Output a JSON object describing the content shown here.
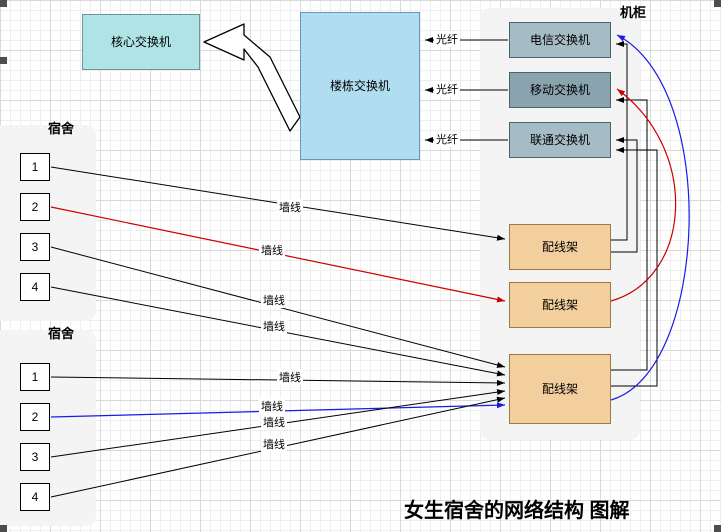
{
  "title": "女生宿舍的网络结构 图解",
  "groups": {
    "cabinet_label": "机柜",
    "dorm1_label": "宿舍",
    "dorm2_label": "宿舍"
  },
  "nodes": {
    "core_switch": "核心交换机",
    "building_switch": "楼栋交换机",
    "telecom_switch": "电信交换机",
    "mobile_switch": "移动交换机",
    "unicom_switch": "联通交换机",
    "patch_panel_1": "配线架",
    "patch_panel_2": "配线架",
    "patch_panel_3": "配线架"
  },
  "rooms": {
    "dorm1": [
      "1",
      "2",
      "3",
      "4"
    ],
    "dorm2": [
      "1",
      "2",
      "3",
      "4"
    ]
  },
  "edge_labels": {
    "fiber": "光纤",
    "wall": "墙线"
  },
  "colors": {
    "core_switch_fill": "#b0e3e6",
    "building_switch_fill": "#b1ddf0",
    "carrier_switch_fill": "#a6bcc4",
    "mobile_switch_fill": "#8aa4af",
    "patch_panel_fill": "#f4cf9e",
    "group_fill": "#f4f4f4",
    "red_line": "#cc0000",
    "blue_line": "#1a1ae6",
    "black_line": "#000000"
  }
}
